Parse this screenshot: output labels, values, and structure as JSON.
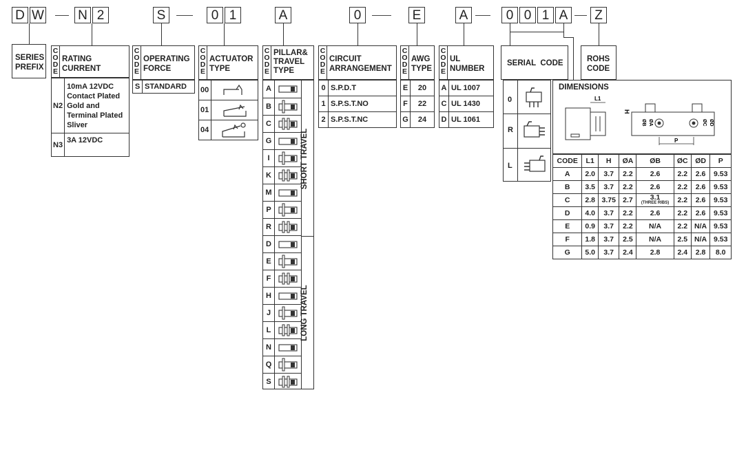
{
  "part_code": {
    "segments": [
      "D",
      "W",
      "N",
      "2",
      "S",
      "0",
      "1",
      "A",
      "0",
      "E",
      "A",
      "0",
      "0",
      "1",
      "A",
      "Z"
    ]
  },
  "series": {
    "title": "SERIES\nPREFIX"
  },
  "rating": {
    "code_header": "C\nO\nD\nE",
    "title": "RATING\nCURRENT",
    "rows": [
      {
        "code": "N2",
        "text": "10mA 12VDC\nContact Plated\nGold and\nTerminal Plated\nSliver"
      },
      {
        "code": "N3",
        "text": "3A 12VDC"
      }
    ]
  },
  "force": {
    "code_header": "C\nO\nD\nE",
    "title": "OPERATING\nFORCE",
    "rows": [
      {
        "code": "S",
        "text": "STANDARD"
      }
    ]
  },
  "actuator": {
    "code_header": "C\nO\nD\nE",
    "title": "ACTUATOR\nTYPE",
    "rows": [
      {
        "code": "00"
      },
      {
        "code": "01"
      },
      {
        "code": "04"
      }
    ]
  },
  "pillar": {
    "code_header": "C\nO\nD\nE",
    "title": "PILLAR&\nTRAVEL\nTYPE",
    "short_label": "SHORT TRAVEL",
    "long_label": "LONG TRAVEL",
    "short_codes": [
      "A",
      "B",
      "C",
      "G",
      "I",
      "K",
      "M",
      "P",
      "R"
    ],
    "long_codes": [
      "D",
      "E",
      "F",
      "H",
      "J",
      "L",
      "N",
      "Q",
      "S"
    ]
  },
  "circuit": {
    "code_header": "C\nO\nD\nE",
    "title": "CIRCUIT\nARRANGEMENT",
    "rows": [
      {
        "code": "0",
        "text": "S.P.D.T"
      },
      {
        "code": "1",
        "text": "S.P.S.T.NO"
      },
      {
        "code": "2",
        "text": "S.P.S.T.NC"
      }
    ]
  },
  "awg": {
    "code_header": "C\nO\nD\nE",
    "title": "AWG\nTYPE",
    "rows": [
      {
        "code": "E",
        "text": "20"
      },
      {
        "code": "F",
        "text": "22"
      },
      {
        "code": "G",
        "text": "24"
      }
    ]
  },
  "ul": {
    "code_header": "C\nO\nD\nE",
    "title": "UL\nNUMBER",
    "rows": [
      {
        "code": "A",
        "text": "UL 1007"
      },
      {
        "code": "C",
        "text": "UL 1430"
      },
      {
        "code": "D",
        "text": "UL 1061"
      }
    ]
  },
  "serial": {
    "title": "SERIAL  CODE",
    "rows": [
      {
        "code": "0"
      },
      {
        "code": "R"
      },
      {
        "code": "L"
      }
    ]
  },
  "rohs": {
    "title": "ROHS\nCODE"
  },
  "dimensions": {
    "title": "DIMENSIONS",
    "drawing_labels": {
      "l1": "L1",
      "h": "H",
      "p": "P",
      "b": "ØB",
      "a": "ØA",
      "c": "ØC",
      "d": "ØD"
    },
    "headers": [
      "CODE",
      "L1",
      "H",
      "ØA",
      "ØB",
      "ØC",
      "ØD",
      "P"
    ],
    "rows": [
      [
        "A",
        "2.0",
        "3.7",
        "2.2",
        "2.6",
        "2.2",
        "2.6",
        "9.53"
      ],
      [
        "B",
        "3.5",
        "3.7",
        "2.2",
        "2.6",
        "2.2",
        "2.6",
        "9.53"
      ],
      [
        "C",
        "2.8",
        "3.75",
        "2.7",
        "3.1",
        "2.2",
        "2.6",
        "9.53"
      ],
      [
        "D",
        "4.0",
        "3.7",
        "2.2",
        "2.6",
        "2.2",
        "2.6",
        "9.53"
      ],
      [
        "E",
        "0.9",
        "3.7",
        "2.2",
        "N/A",
        "2.2",
        "N/A",
        "9.53"
      ],
      [
        "F",
        "1.8",
        "3.7",
        "2.5",
        "N/A",
        "2.5",
        "N/A",
        "9.53"
      ],
      [
        "G",
        "5.0",
        "3.7",
        "2.4",
        "2.8",
        "2.4",
        "2.8",
        "8.0"
      ]
    ],
    "note_c_b": "(THREE RIBS)"
  }
}
